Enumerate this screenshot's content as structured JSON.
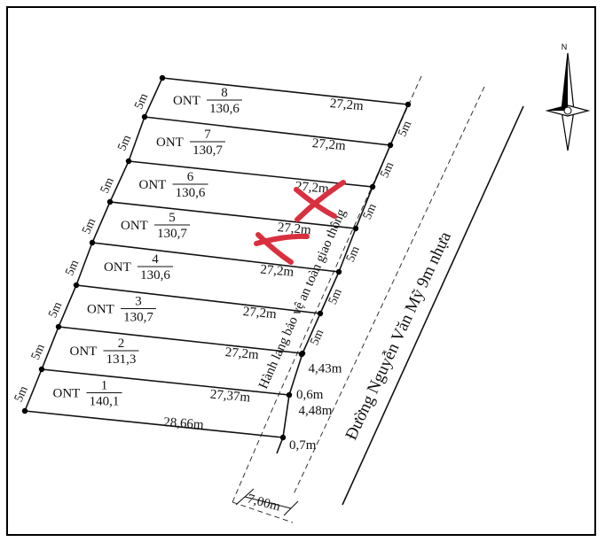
{
  "plots": [
    {
      "ont": "ONT",
      "number": "8",
      "area": "130,6",
      "length": "27,2m",
      "width": "5m",
      "right_width": "5m"
    },
    {
      "ont": "ONT",
      "number": "7",
      "area": "130,7",
      "length": "27,2m",
      "width": "5m",
      "right_width": "5m"
    },
    {
      "ont": "ONT",
      "number": "6",
      "area": "130,6",
      "length": "27,2m",
      "width": "5m",
      "right_width": "5m"
    },
    {
      "ont": "ONT",
      "number": "5",
      "area": "130,7",
      "length": "27,2m",
      "width": "5m",
      "right_width": "5m"
    },
    {
      "ont": "ONT",
      "number": "4",
      "area": "130,6",
      "length": "27,2m",
      "width": "5m",
      "right_width": "5m"
    },
    {
      "ont": "ONT",
      "number": "3",
      "area": "130,7",
      "length": "27,2m",
      "width": "5m",
      "right_width": "5m"
    },
    {
      "ont": "ONT",
      "number": "2",
      "area": "131,3",
      "length": "27,2m",
      "width": "5m",
      "right_width": "4,43m"
    },
    {
      "ont": "ONT",
      "number": "1",
      "area": "140,1",
      "length": "27,37m",
      "width": "5m",
      "right_width": "4,48m"
    }
  ],
  "bottom_length": "28,66m",
  "right_segments": {
    "gap_upper": "0,6m",
    "gap_lower": "0,7m"
  },
  "corridor_label": "Hành lang bảo vệ an toàn giao thông",
  "corridor_width": "7,00m",
  "road_label": "Đường Nguyễn Văn Mỹ 9m nhựa",
  "compass": {
    "letter": "N",
    "icon": "north-arrow-icon"
  },
  "marks": {
    "color": "#d9303f",
    "crossed_plots": [
      "6",
      "5"
    ]
  }
}
